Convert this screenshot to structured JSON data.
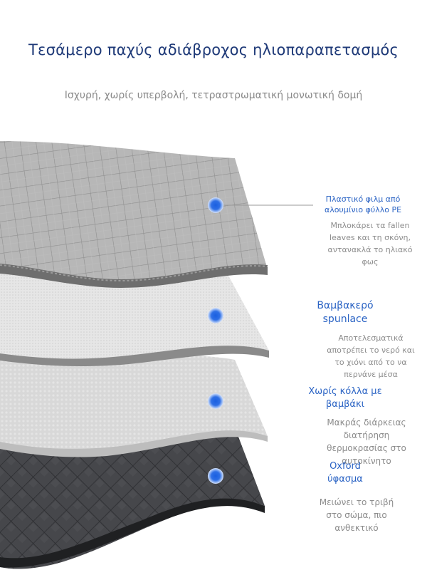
{
  "title": "Τεσάμερο παχύς αδιάβροχος ηλιοπαραπετασμός",
  "subtitle": "Ισχυρή, χωρίς υπερβολή, τετραστρωματική μονωτική δομή",
  "layers": [
    {
      "name": "Πλαστικό φιλμ από αλουμίνιο φύλλο PE",
      "description": "Μπλοκάρει τα fallen leaves και τη σκόνη, αντανακλά το ηλιακό φως",
      "color": "#b3b3b3"
    },
    {
      "name": "Βαμβακερό spunlace",
      "description": "Αποτελεσματικά αποτρέπει το νερό και το χιόνι από το να περνάνε μέσα",
      "color": "#e2e2e2"
    },
    {
      "name": "Χωρίς κόλλα με βαμβάκι",
      "description": "Μακράς διάρκειας διατήρηση θερμοκρασίας στο αυτοκίνητο",
      "color": "#d6d6d6"
    },
    {
      "name": "Oxford ύφασμα",
      "description": "Μειώνει το τριβή στο σώμα, πιο ανθεκτικό",
      "color": "#3c3d40"
    }
  ],
  "colors": {
    "title": "#1f3a78",
    "label": "#2a63c4",
    "marker": "#1a5fe0"
  }
}
